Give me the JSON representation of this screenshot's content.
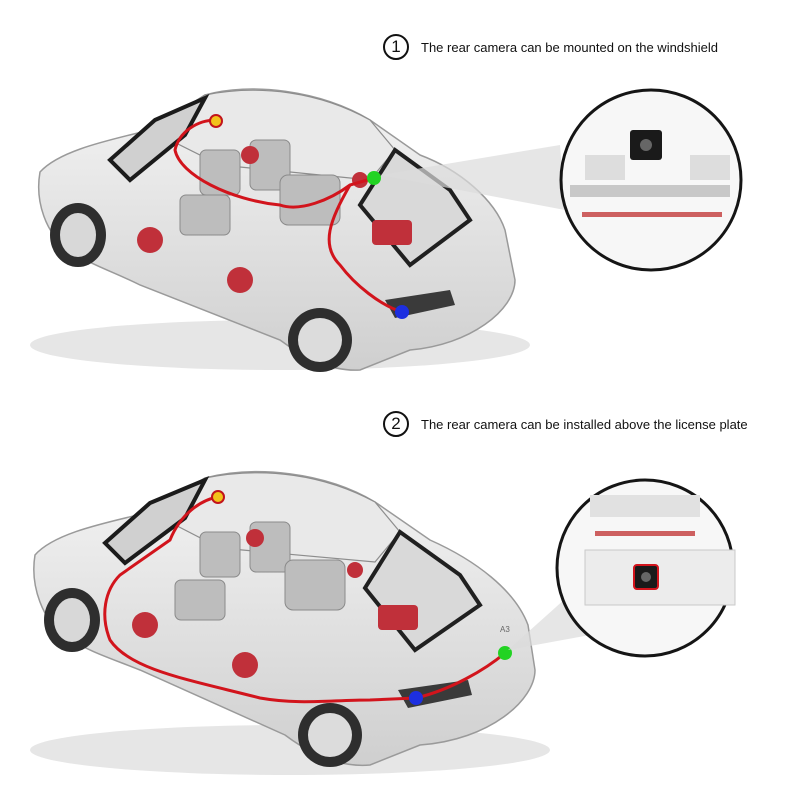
{
  "steps": [
    {
      "number": "1",
      "text": "The rear camera can be mounted on the windshield"
    },
    {
      "number": "2",
      "text": "The rear camera can be installed above the license plate"
    }
  ],
  "markers": {
    "front_camera": "#f2c21b",
    "rear_camera": "#22d323",
    "power_connection": "#1d2fe0"
  },
  "colors": {
    "wire": "#d2141c",
    "highlight_speaker": "#c0303a"
  },
  "car_model_badge": "A3"
}
